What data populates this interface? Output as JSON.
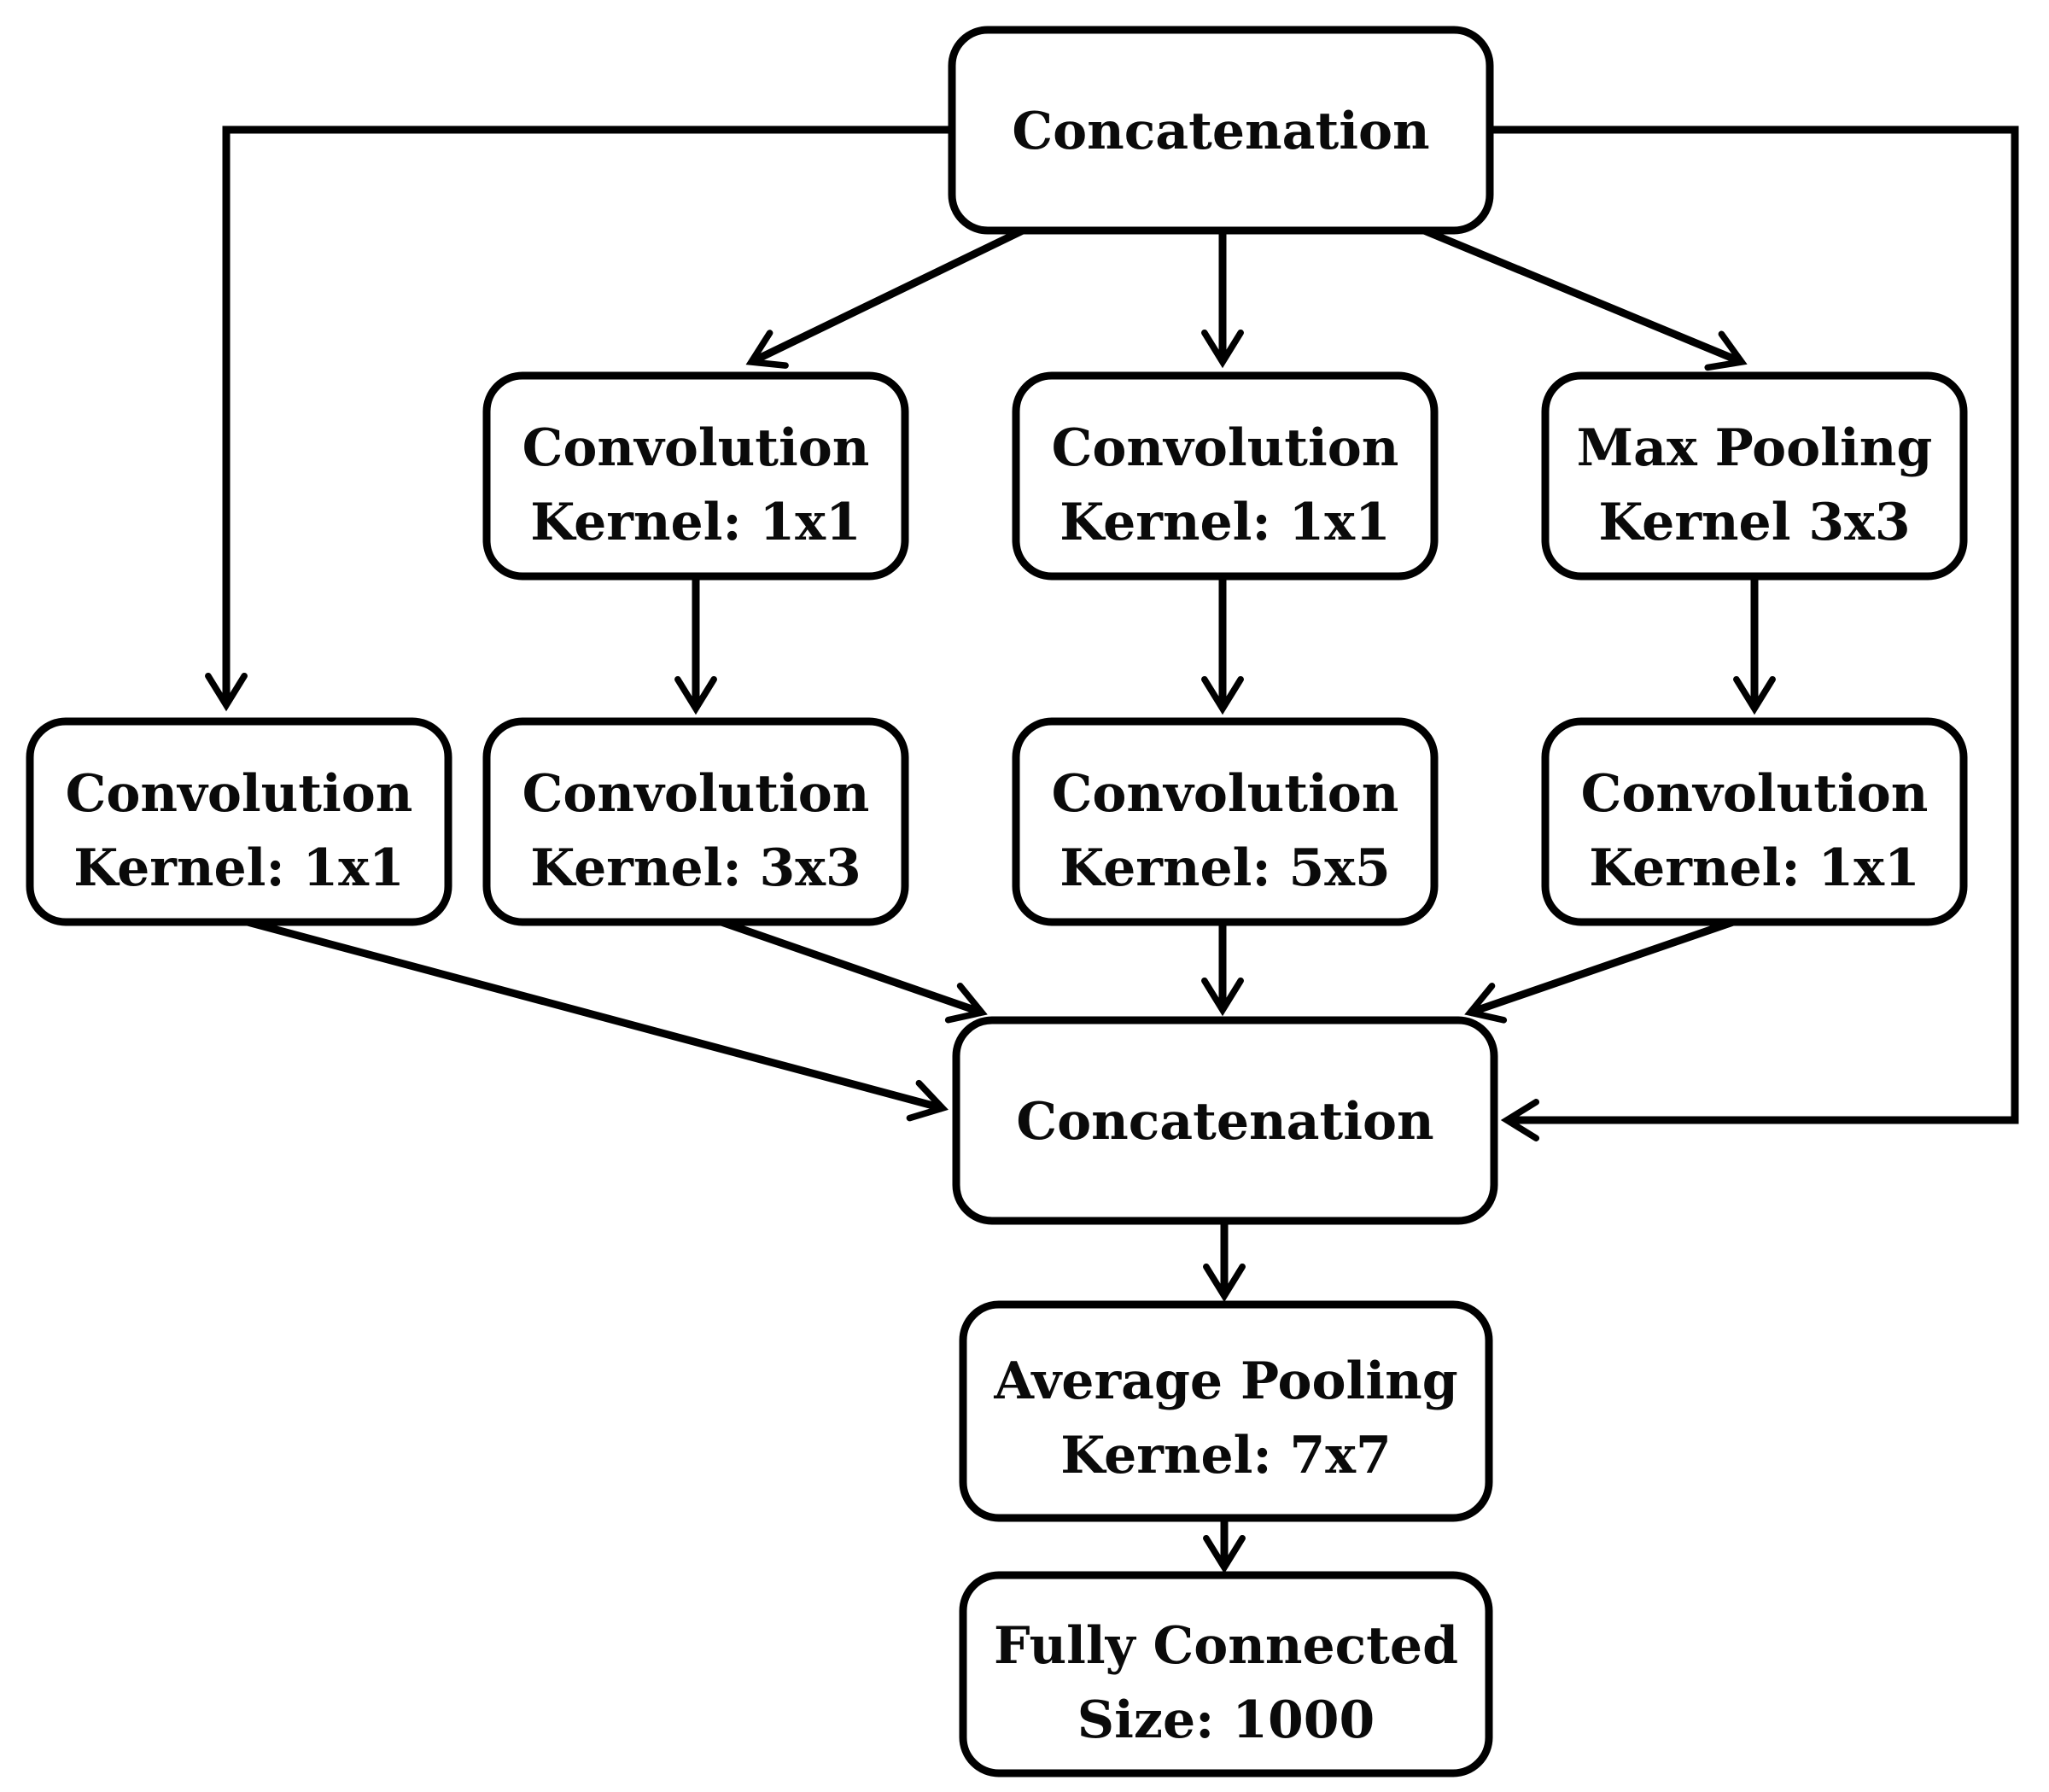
{
  "diagram": {
    "kind": "flowchart",
    "background_color": "#ffffff",
    "stroke_color": "#000000",
    "text_color": "#0a0a0a"
  },
  "nodes": {
    "concat_top": {
      "line1": "Concatenation"
    },
    "branch2_conv1x1": {
      "line1": "Convolution",
      "line2": "Kernel: 1x1"
    },
    "branch3_conv1x1": {
      "line1": "Convolution",
      "line2": "Kernel: 1x1"
    },
    "branch4_maxpool": {
      "line1": "Max Pooling",
      "line2": "Kernel 3x3"
    },
    "branch1_conv1x1": {
      "line1": "Convolution",
      "line2": "Kernel: 1x1"
    },
    "branch2_conv3x3": {
      "line1": "Convolution",
      "line2": "Kernel: 3x3"
    },
    "branch3_conv5x5": {
      "line1": "Convolution",
      "line2": "Kernel: 5x5"
    },
    "branch4_conv1x1": {
      "line1": "Convolution",
      "line2": "Kernel: 1x1"
    },
    "concat_bottom": {
      "line1": "Concatenation"
    },
    "avg_pool": {
      "line1": "Average Pooling",
      "line2": "Kernel: 7x7"
    },
    "fully_connected": {
      "line1": "Fully Connected",
      "line2": "Size: 1000"
    }
  },
  "edges": [
    {
      "from": "concat_top",
      "to": "branch1_conv1x1"
    },
    {
      "from": "concat_top",
      "to": "branch2_conv1x1"
    },
    {
      "from": "concat_top",
      "to": "branch3_conv1x1"
    },
    {
      "from": "concat_top",
      "to": "branch4_maxpool"
    },
    {
      "from": "concat_top",
      "to": "concat_bottom"
    },
    {
      "from": "branch2_conv1x1",
      "to": "branch2_conv3x3"
    },
    {
      "from": "branch3_conv1x1",
      "to": "branch3_conv5x5"
    },
    {
      "from": "branch4_maxpool",
      "to": "branch4_conv1x1"
    },
    {
      "from": "branch1_conv1x1",
      "to": "concat_bottom"
    },
    {
      "from": "branch2_conv3x3",
      "to": "concat_bottom"
    },
    {
      "from": "branch3_conv5x5",
      "to": "concat_bottom"
    },
    {
      "from": "branch4_conv1x1",
      "to": "concat_bottom"
    },
    {
      "from": "concat_bottom",
      "to": "avg_pool"
    },
    {
      "from": "avg_pool",
      "to": "fully_connected"
    }
  ]
}
